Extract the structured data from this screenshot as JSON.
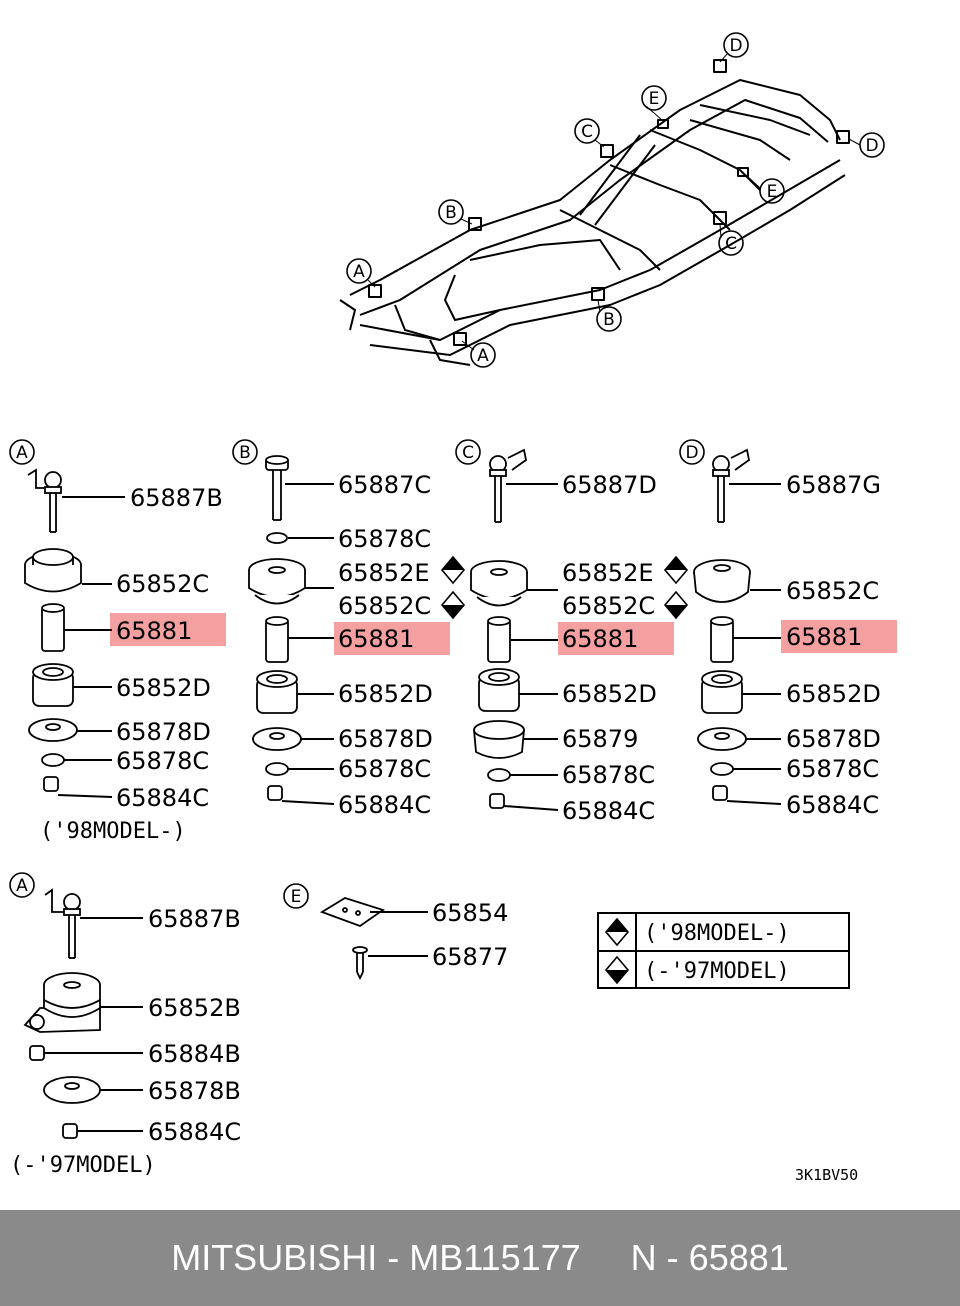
{
  "frame_callouts": {
    "a1": "A",
    "a2": "A",
    "b1": "B",
    "b2": "B",
    "c1": "C",
    "c2": "C",
    "d1": "D",
    "d2": "D",
    "e1": "E",
    "e2": "E"
  },
  "section_letters": {
    "A": "A",
    "B": "B",
    "C": "C",
    "D": "D",
    "A2": "A",
    "E": "E"
  },
  "col_a": {
    "bolt": "65887B",
    "upper": "65852C",
    "sleeve": "65881",
    "lower": "65852D",
    "washer": "65878D",
    "washer_small": "65878C",
    "nut": "65884C",
    "model_note": "('98MODEL-)"
  },
  "col_b": {
    "bolt": "65887C",
    "washer_top": "65878C",
    "upper_1": "65852E",
    "upper_2": "65852C",
    "sleeve": "65881",
    "lower": "65852D",
    "washer": "65878D",
    "washer_small": "65878C",
    "nut": "65884C"
  },
  "col_c": {
    "bolt": "65887D",
    "upper_1": "65852E",
    "upper_2": "65852C",
    "sleeve": "65881",
    "lower": "65852D",
    "spacer": "65879",
    "washer_small": "65878C",
    "nut": "65884C"
  },
  "col_d": {
    "bolt": "65887G",
    "upper": "65852C",
    "sleeve": "65881",
    "lower": "65852D",
    "washer": "65878D",
    "washer_small": "65878C",
    "nut": "65884C"
  },
  "col_a2": {
    "bolt": "65887B",
    "mount": "65852B",
    "nut_b": "65884B",
    "washer": "65878B",
    "nut_c": "65884C",
    "model_note": "(-'97MODEL)"
  },
  "col_e": {
    "plate": "65854",
    "screw": "65877"
  },
  "legend": {
    "row1": "('98MODEL-)",
    "row2": "(-'97MODEL)"
  },
  "drawing_code": "3K1BV50",
  "footer": "MITSUBISHI - MB115177     N - 65881",
  "colors": {
    "highlight": "#f4a0a0",
    "footer_bg": "#8a8a8a"
  }
}
